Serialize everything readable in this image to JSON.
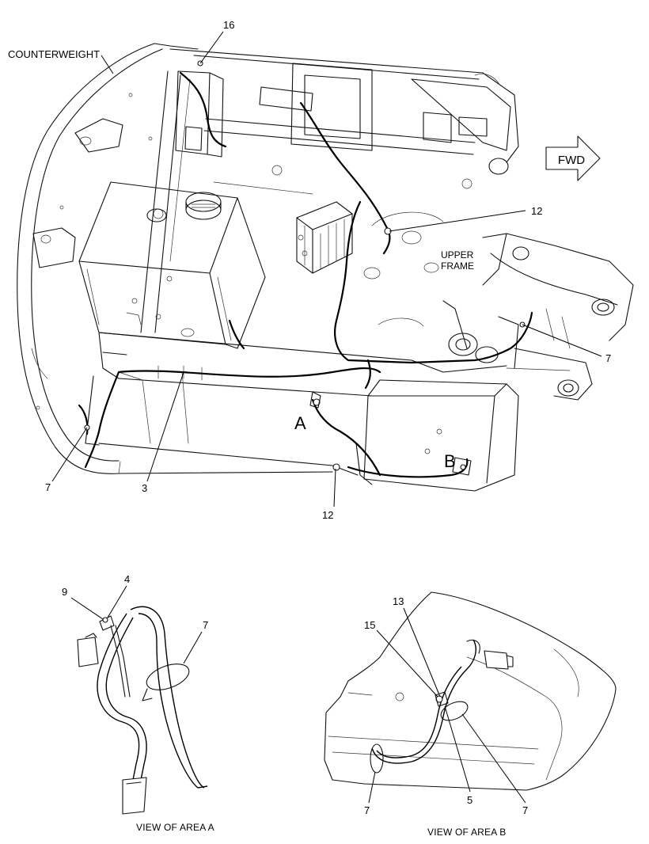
{
  "main_view": {
    "labels": {
      "counterweight": "COUNTERWEIGHT",
      "fwd": "FWD",
      "upper_frame_line1": "UPPER",
      "upper_frame_line2": "FRAME",
      "area_a": "A",
      "area_b": "B"
    },
    "callouts": {
      "c16": "16",
      "c12_top": "12",
      "c7_right": "7",
      "c7_left": "7",
      "c3": "3",
      "c12_bottom": "12"
    }
  },
  "view_a": {
    "caption": "VIEW OF AREA A",
    "callouts": {
      "c9": "9",
      "c4": "4",
      "c7": "7"
    }
  },
  "view_b": {
    "caption": "VIEW OF AREA B",
    "callouts": {
      "c13": "13",
      "c15": "15",
      "c5": "5",
      "c7_left": "7",
      "c7_right": "7"
    }
  }
}
